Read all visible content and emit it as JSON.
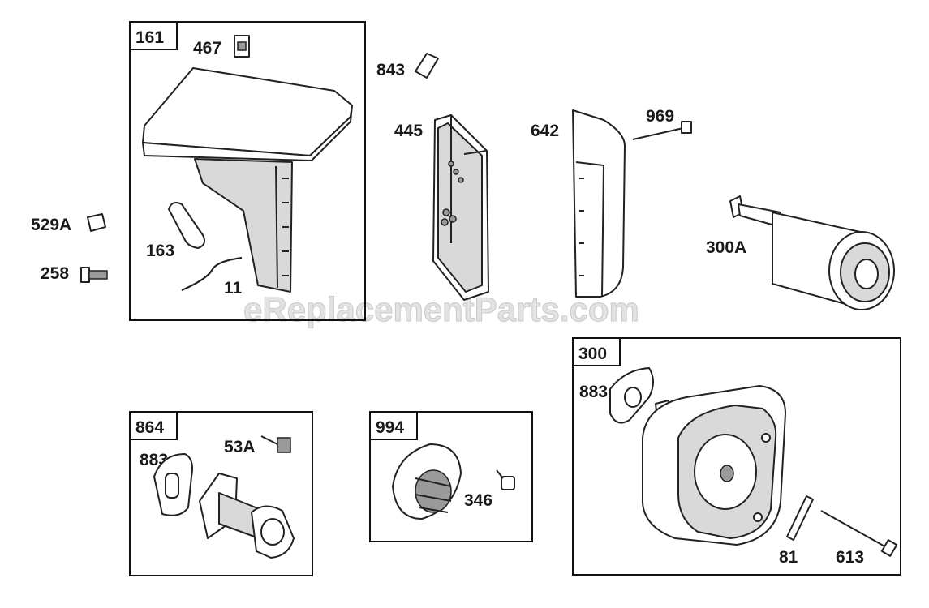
{
  "watermark": "eReplacementParts.com",
  "groups": [
    {
      "id": "161",
      "parts": [
        "467",
        "163",
        "11"
      ]
    },
    {
      "id": "864",
      "parts": [
        "883",
        "53A"
      ]
    },
    {
      "id": "994",
      "parts": [
        "346"
      ]
    },
    {
      "id": "300",
      "parts": [
        "883",
        "81",
        "613"
      ]
    }
  ],
  "loose_parts": [
    "529A",
    "258",
    "843",
    "445",
    "642",
    "969",
    "300A"
  ]
}
